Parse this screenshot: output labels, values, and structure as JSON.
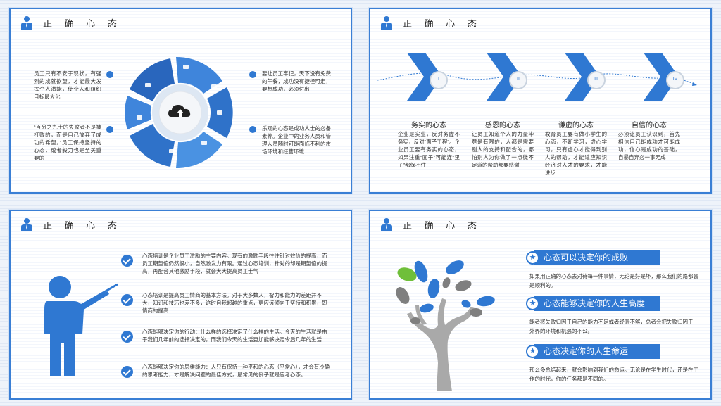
{
  "slides": [
    {
      "title": "正 确 心 态",
      "left_texts": [
        "员工只有不安于现状，有强烈的成就欲望，才能最大发挥个人潜能，使个人和组织目标最大化",
        "“百分之九十的失败者不是被打败的，而是自己放弃了成功的希望。”员工保持坚持的心态，或者毅力也是至关重要的"
      ],
      "right_texts": [
        "要让员工牢记，天下没有免费的午餐，成功没有捷径可走，要想成功，必须付出",
        "乐观的心态是成功人士的必备素养。企业中的业务人员和管理人员随时可能面临不利的市场环境和经营环境"
      ]
    },
    {
      "title": "正 确 心 态",
      "steps": [
        "I",
        "II",
        "III",
        "IV"
      ],
      "columns": [
        {
          "title": "务实的心态",
          "text": "企业是实业，反对务虚不务实，反对“面子工程”。企业员工要有务实的心态，如果注重“面子”可能连“里子”都保不住"
        },
        {
          "title": "感恩的心态",
          "text": "让员工知道个人的力量毕竟是有限的，人都是需要别人的支持和配合的，哪怕别人为你做了一点微不足道的帮助都要感谢"
        },
        {
          "title": "谦虚的心态",
          "text": "教育员工要有做小学生的心态，不断学习，虚心学习，只有虚心才能得到别人的帮助，才能适应知识经济对人才的要求，才能进步"
        },
        {
          "title": "自信的心态",
          "text": "必须让员工认识到，首先相信自己能成功才可能成功，信心是成功的基础，自暴自弃必一事无成"
        }
      ]
    },
    {
      "title": "正 确 心 态",
      "paragraphs": [
        "心态培训是企业员工激励的主要内容。现有的激励手段往往针对效价的提高，而员工期望值仍然很小，自然激发力有限。通过心态培训，针对的却是期望值的提高，再配合其他激励手段，就会大大提高员工士气",
        "心态培训是提高员工情商的基本方法。对于大多数人，智力和能力的差距并不大，知识和技巧也差不多，这时自我超越的重点，更应该倾向于坚持和积累，即情商的提高",
        "心态能够决定你的行动：什么样的选择决定了什么样的生活。今天的生活就是由于我们几年前的选择决定的，而我们今天的生活更加能够决定今后几年的生活",
        "心态能够决定你的思维能力：人只有保持一种平和的心态（平常心），才会有冷静的思考能力，才是解决问题的最佳方式，最常见的例子就是应考心态。"
      ]
    },
    {
      "title": "正 确 心 态",
      "items": [
        {
          "heading": "心态可以决定你的成败",
          "text": "如果用正确的心态去对待每一件事情，无论是好是坏，那么我们的路都会是顺利的。"
        },
        {
          "heading": "心态能够决定你的人生高度",
          "text": "能者将失败归因于自己的能力不足或者经验不够，总者会把失败归因于 外界的环境和机遇的不公。"
        },
        {
          "heading": "心态决定你的人生命运",
          "text": "那么多总结起来，就会影响到我们的命运。无论是在学生时代，还是在工作的时代，你的任务都是不同的。"
        }
      ]
    }
  ],
  "colors": {
    "accent": "#2f78d2",
    "accent_light": "#5a9be6",
    "accent_dark": "#1e5fb6",
    "border": "#3a7fd5"
  }
}
